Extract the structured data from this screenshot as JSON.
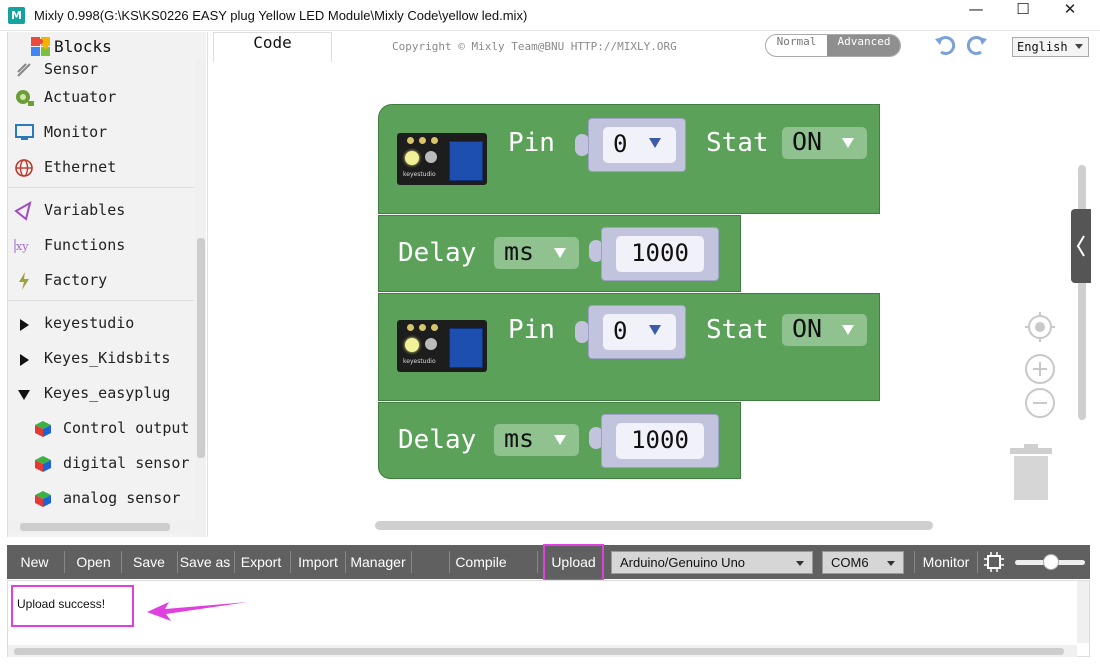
{
  "window": {
    "title": "Mixly 0.998(G:\\KS\\KS0226 EASY plug Yellow LED Module\\Mixly Code\\yellow led.mix)",
    "icon_text": "M",
    "minimize": "—",
    "maximize": "☐",
    "close": "✕"
  },
  "sidebar": {
    "title": "Blocks",
    "partial_item": "Sensor",
    "categories": [
      {
        "label": "Actuator",
        "icon": "actuator-icon"
      },
      {
        "label": "Monitor",
        "icon": "monitor-icon"
      },
      {
        "label": "Ethernet",
        "icon": "globe-icon"
      },
      {
        "label": "Variables",
        "icon": "variables-icon"
      },
      {
        "label": "Functions",
        "icon": "functions-icon"
      },
      {
        "label": "Factory",
        "icon": "lightning-icon"
      }
    ],
    "groups": [
      {
        "label": "keyestudio",
        "expanded": false
      },
      {
        "label": "Keyes_Kidsbits",
        "expanded": false
      },
      {
        "label": "Keyes_easyplug",
        "expanded": true
      }
    ],
    "subitems": [
      "Control output",
      "digital sensor",
      "analog sensor"
    ]
  },
  "header": {
    "code_tab": "Code",
    "copyright": "Copyright © Mixly Team@BNU HTTP://MIXLY.ORG",
    "mode_normal": "Normal",
    "mode_advanced": "Advanced",
    "language": "English"
  },
  "blocks": {
    "pin_label": "Pin",
    "stat_label": "Stat",
    "delay_label": "Delay",
    "pin1": "0",
    "stat1": "ON",
    "delay1_unit": "ms",
    "delay1_value": "1000",
    "pin2": "0",
    "stat2": "ON",
    "delay2_unit": "ms",
    "delay2_value": "1000",
    "module_label": "keyestudio"
  },
  "toolbar": {
    "new": "New",
    "open": "Open",
    "save": "Save",
    "save_as": "Save as",
    "export": "Export",
    "import": "Import",
    "manager": "Manager",
    "compile": "Compile",
    "upload": "Upload",
    "board": "Arduino/Genuino Uno",
    "port": "COM6",
    "monitor": "Monitor"
  },
  "output": {
    "message": "Upload success!"
  },
  "colors": {
    "block_green": "#5ba15a",
    "highlight": "#e040e0",
    "toolbar_bg": "#606060"
  }
}
